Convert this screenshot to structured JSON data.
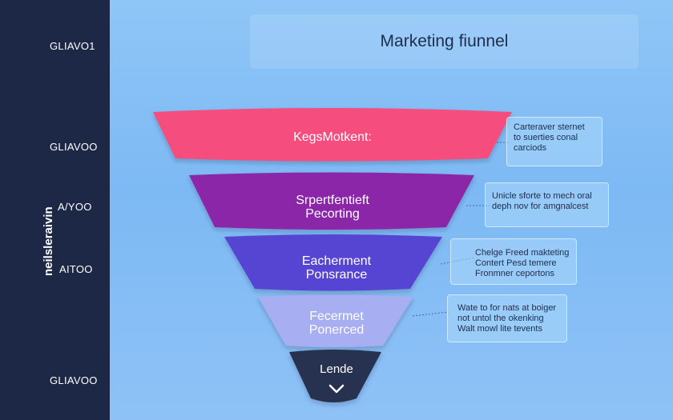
{
  "sidebar": {
    "labels": [
      "GLIAVO1",
      "GLIAVOO",
      "A/YOO",
      "AITOO",
      "GLIAVOO"
    ],
    "vertical_text": "neilsleraivin"
  },
  "diagram": {
    "title": "Marketing fiunnel",
    "stages": [
      {
        "label_lines": [
          "KegsMotkent:"
        ],
        "color": "#f44d7e",
        "callout_lines": [
          "Carteraver sternet",
          "to suerties conal",
          "carciods"
        ]
      },
      {
        "label_lines": [
          "Srpertfentieft",
          "Pecorting"
        ],
        "color": "#8c26a8",
        "callout_lines": [
          "Unicle sforte to mech oral",
          "deph nov for amgnalcest"
        ]
      },
      {
        "label_lines": [
          "Eacherment",
          "Ponsrance"
        ],
        "color": "#5545d2",
        "callout_lines": [
          "Chelge Freed makteting",
          "Contert Pesd temere",
          "Fronmner ceportons"
        ]
      },
      {
        "label_lines": [
          "Fecermet",
          "Ponerced"
        ],
        "color": "#a7aff2",
        "callout_lines": [
          "Wate to for nats at boiger",
          "not untol the okenking",
          "Walt mowl lite tevents"
        ]
      },
      {
        "label_lines": [
          "Lende"
        ],
        "color": "#27324f",
        "callout_lines": []
      }
    ],
    "bottom_icon": "chevron-down-icon"
  }
}
